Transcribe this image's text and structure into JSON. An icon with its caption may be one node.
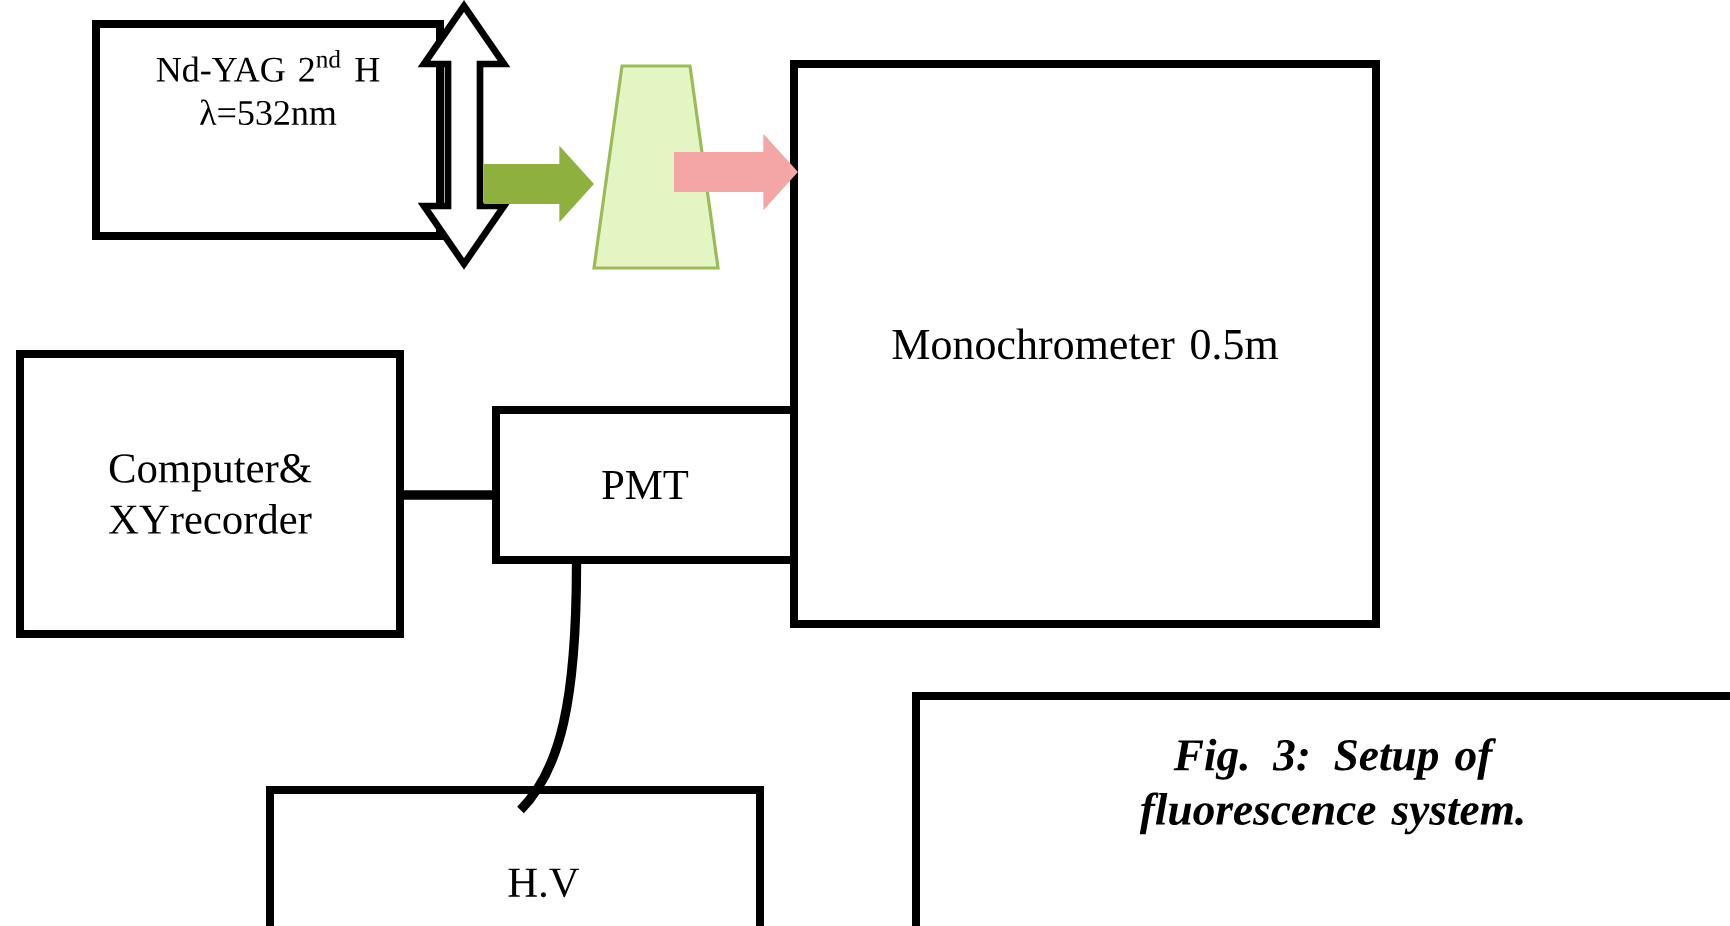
{
  "diagram": {
    "nodes": [
      {
        "text": [
          "Nd-YAG 2$^{nd}$ H",
          "λ=532nm"
        ]
      },
      {
        "text": [],
        "shape": "trapezoid"
      },
      {
        "text": [
          "Monochrometer 0.5m"
        ]
      },
      {
        "text": [
          "Computer& XYrecorder"
        ]
      },
      {
        "text": [
          "PMT"
        ]
      },
      {
        "text": [
          "H.V"
        ]
      },
      {
        "text": [
          "Fig. 3: Setup of fluorescence system."
        ]
      },
      {
        "text": [],
        "shape": "lens"
      }
    ],
    "edges": [
      {
        "from": 7,
        "to": 1,
        "arrow": "to",
        "style": "thick",
        "color": "#8db03e"
      },
      {
        "from": 1,
        "to": 2,
        "arrow": "to",
        "style": "thick",
        "color": "#f4a6a4"
      },
      {
        "from": 3,
        "to": 4,
        "arrow": "none"
      },
      {
        "from": 4,
        "to": 5,
        "arrow": "none"
      }
    ]
  }
}
